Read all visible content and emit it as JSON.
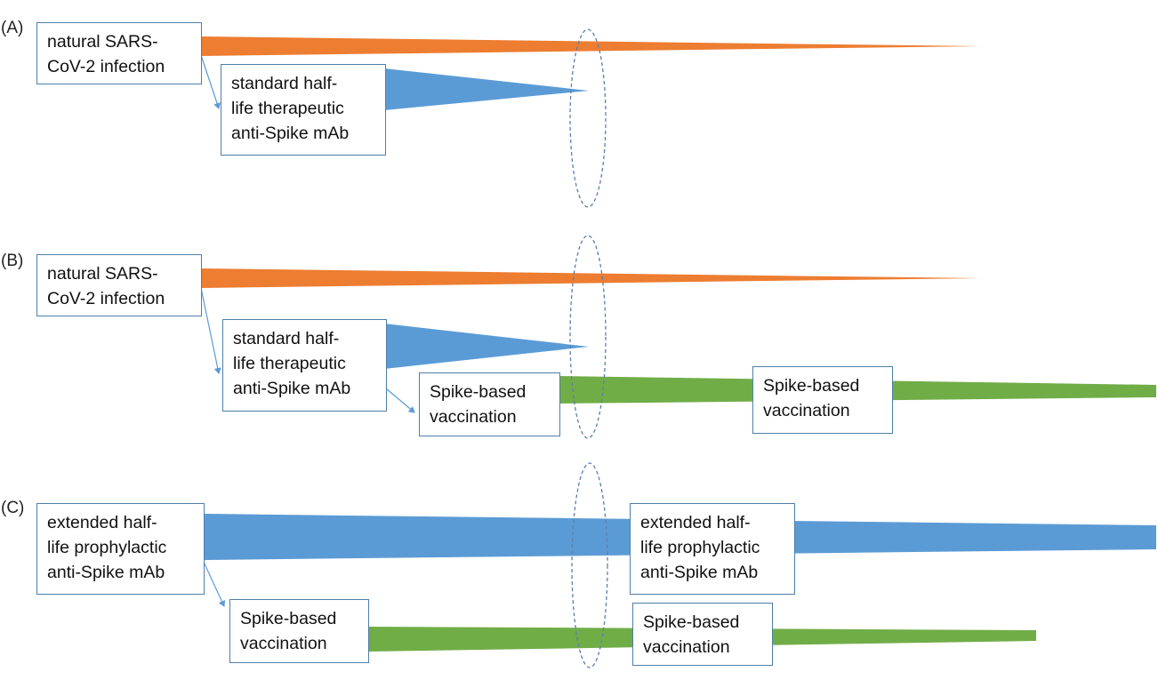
{
  "colors": {
    "infection": "#ed7d31",
    "mab": "#5b9bd5",
    "vaccine": "#70ad47",
    "box_border": "#4d7ea8",
    "connector": "#5b9bd5",
    "ellipse": "#5b7faa"
  },
  "panels": [
    {
      "label": "(A)",
      "boxes": [
        {
          "name": "natural-infection-box",
          "text": "natural SARS-\nCoV-2 infection"
        },
        {
          "name": "therapeutic-mab-box",
          "text": "standard half-\nlife therapeutic\nanti-Spike mAb"
        }
      ]
    },
    {
      "label": "(B)",
      "boxes": [
        {
          "name": "natural-infection-box",
          "text": "natural SARS-\nCoV-2 infection"
        },
        {
          "name": "therapeutic-mab-box",
          "text": "standard half-\nlife therapeutic\nanti-Spike mAb"
        },
        {
          "name": "vaccination-box",
          "text": "Spike-based\nvaccination"
        },
        {
          "name": "vaccination-box-later",
          "text": "Spike-based\nvaccination"
        }
      ]
    },
    {
      "label": "(C)",
      "boxes": [
        {
          "name": "prophylactic-mab-box",
          "text": "extended half-\nlife prophylactic\nanti-Spike mAb"
        },
        {
          "name": "prophylactic-mab-box-later",
          "text": "extended half-\nlife prophylactic\nanti-Spike mAb"
        },
        {
          "name": "vaccination-box",
          "text": "Spike-based\nvaccination"
        },
        {
          "name": "vaccination-box-later",
          "text": "Spike-based\nvaccination"
        }
      ]
    }
  ]
}
